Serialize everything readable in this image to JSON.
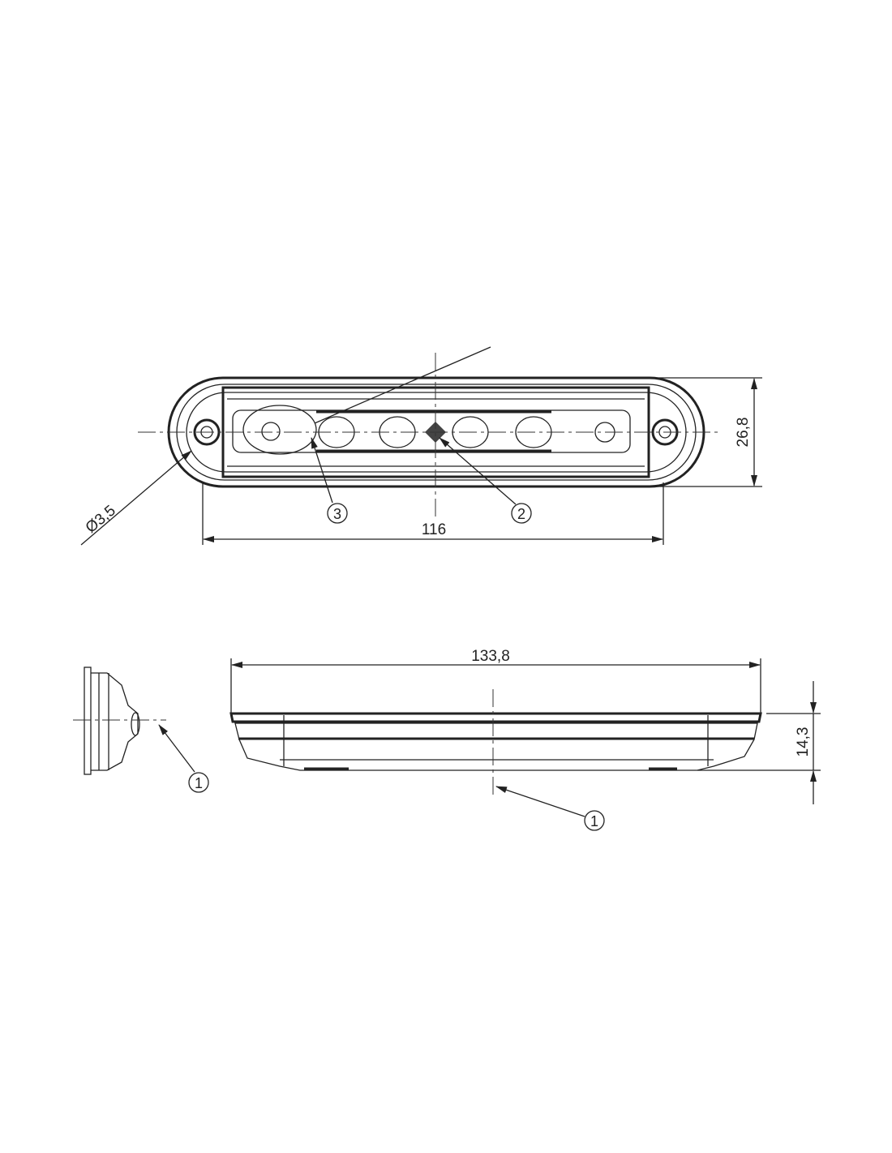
{
  "top_view": {
    "dim_height": "26,8",
    "dim_length": "116",
    "dim_hole": "Ø3,5",
    "callouts": [
      "3",
      "2"
    ]
  },
  "side_view": {
    "dim_length": "133,8",
    "dim_height": "14,3",
    "callouts": [
      "1",
      "1"
    ]
  }
}
